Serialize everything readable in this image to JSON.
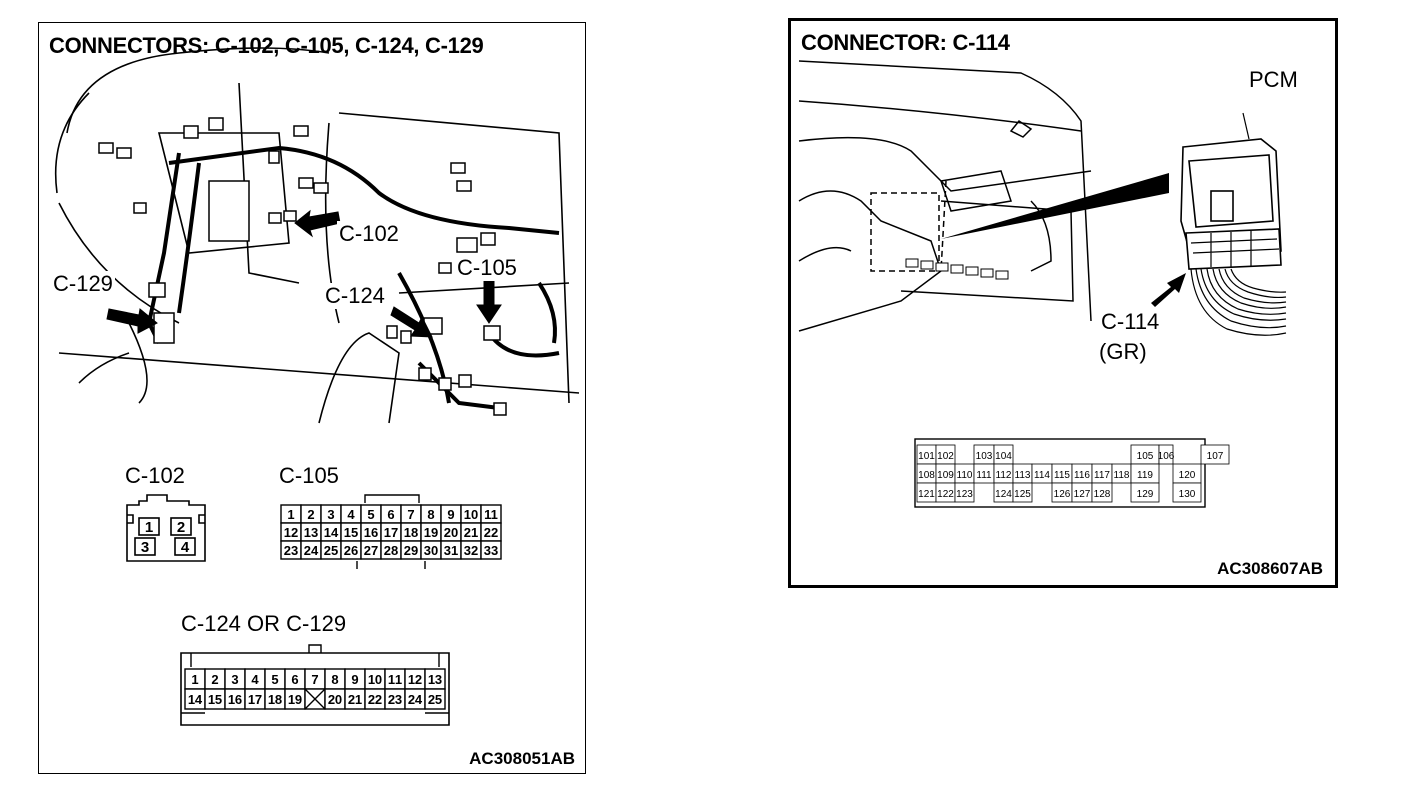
{
  "left_panel": {
    "title": "CONNECTORS: C-102, C-105, C-124, C-129",
    "doc_id": "AC308051AB",
    "callouts": {
      "c102": "C-102",
      "c105": "C-105",
      "c124": "C-124",
      "c129": "C-129"
    },
    "c102": {
      "label": "C-102",
      "pins": [
        "1",
        "2",
        "3",
        "4"
      ]
    },
    "c105": {
      "label": "C-105",
      "rows": [
        [
          "1",
          "2",
          "3",
          "4",
          "5",
          "6",
          "7",
          "8",
          "9",
          "10",
          "11"
        ],
        [
          "12",
          "13",
          "14",
          "15",
          "16",
          "17",
          "18",
          "19",
          "20",
          "21",
          "22"
        ],
        [
          "23",
          "24",
          "25",
          "26",
          "27",
          "28",
          "29",
          "30",
          "31",
          "32",
          "33"
        ]
      ]
    },
    "c124_129": {
      "label": "C-124 OR C-129",
      "rows": [
        [
          "1",
          "2",
          "3",
          "4",
          "5",
          "6",
          "7",
          "8",
          "9",
          "10",
          "11",
          "12",
          "13"
        ],
        [
          "14",
          "15",
          "16",
          "17",
          "18",
          "19",
          "",
          "20",
          "21",
          "22",
          "23",
          "24",
          "25"
        ]
      ]
    }
  },
  "right_panel": {
    "title": "CONNECTOR: C-114",
    "doc_id": "AC308607AB",
    "pcm_label": "PCM",
    "c114_label": "C-114",
    "c114_color": "(GR)",
    "c114": {
      "rows": [
        [
          "101",
          "102",
          "",
          "103",
          "104",
          "",
          "",
          "",
          "",
          "",
          "",
          "105",
          "106",
          "",
          "107"
        ],
        [
          "108",
          "109",
          "110",
          "111",
          "112",
          "113",
          "114",
          "115",
          "116",
          "117",
          "118",
          "119",
          "",
          "120"
        ],
        [
          "121",
          "122",
          "123",
          "",
          "124",
          "125",
          "",
          "126",
          "127",
          "128",
          "",
          "129",
          "",
          "130"
        ]
      ]
    }
  }
}
